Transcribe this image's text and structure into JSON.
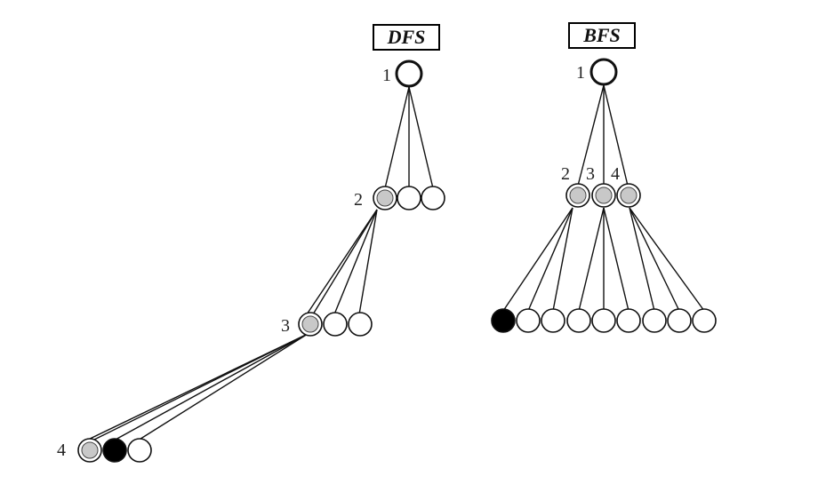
{
  "titles": {
    "dfs": "DFS",
    "bfs": "BFS"
  },
  "dfs": {
    "labels": [
      "1",
      "2",
      "3",
      "4"
    ]
  },
  "bfs": {
    "labels": [
      "1",
      "2",
      "3",
      "4"
    ]
  },
  "colors": {
    "expanded_fill": "#c8c8c8",
    "goal_fill": "#000000",
    "open_fill": "#ffffff",
    "line": "#111111"
  }
}
